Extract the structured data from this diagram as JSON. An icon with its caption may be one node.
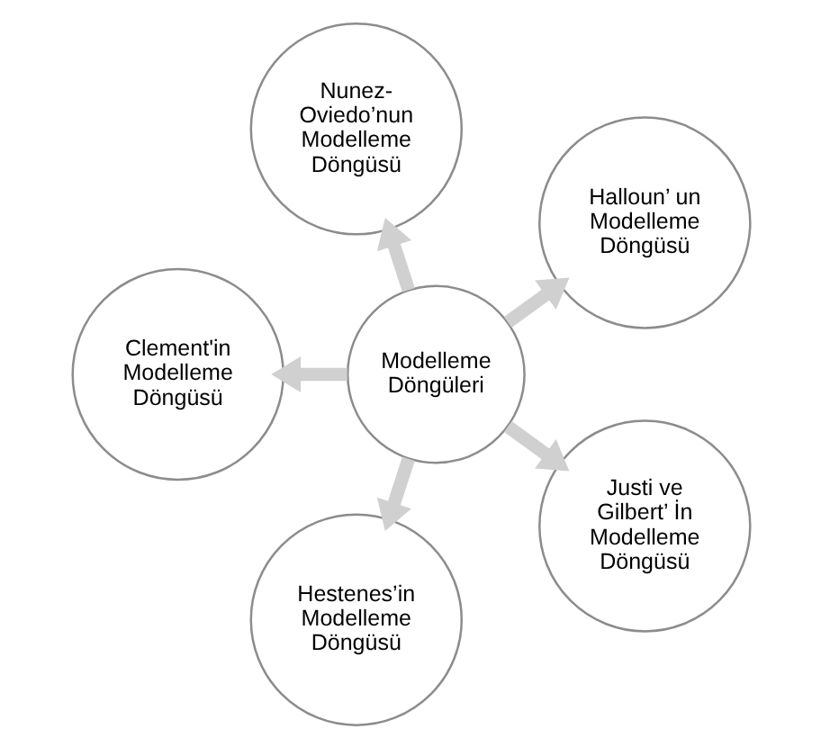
{
  "diagram": {
    "nodes": [
      {
        "text": [
          "Nunez-Oviedo’nun Modelleme Döngüsü"
        ]
      },
      {
        "text": [
          "Halloun’ un Modelleme Döngüsü"
        ]
      },
      {
        "text": [
          "Clement'in Modelleme Döngüsü"
        ]
      },
      {
        "text": [
          "Modelleme Döngüleri"
        ]
      },
      {
        "text": [
          "Hestenes’in Modelleme Döngüsü"
        ]
      },
      {
        "text": [
          "Justi ve Gilbert’ İn Modelleme Döngüsü"
        ]
      }
    ],
    "edges": [
      {
        "from": 3,
        "to": 0,
        "arrow": "to"
      },
      {
        "from": 3,
        "to": 1,
        "arrow": "to"
      },
      {
        "from": 3,
        "to": 2,
        "arrow": "to"
      },
      {
        "from": 3,
        "to": 4,
        "arrow": "to"
      },
      {
        "from": 3,
        "to": 5,
        "arrow": "to"
      }
    ]
  }
}
